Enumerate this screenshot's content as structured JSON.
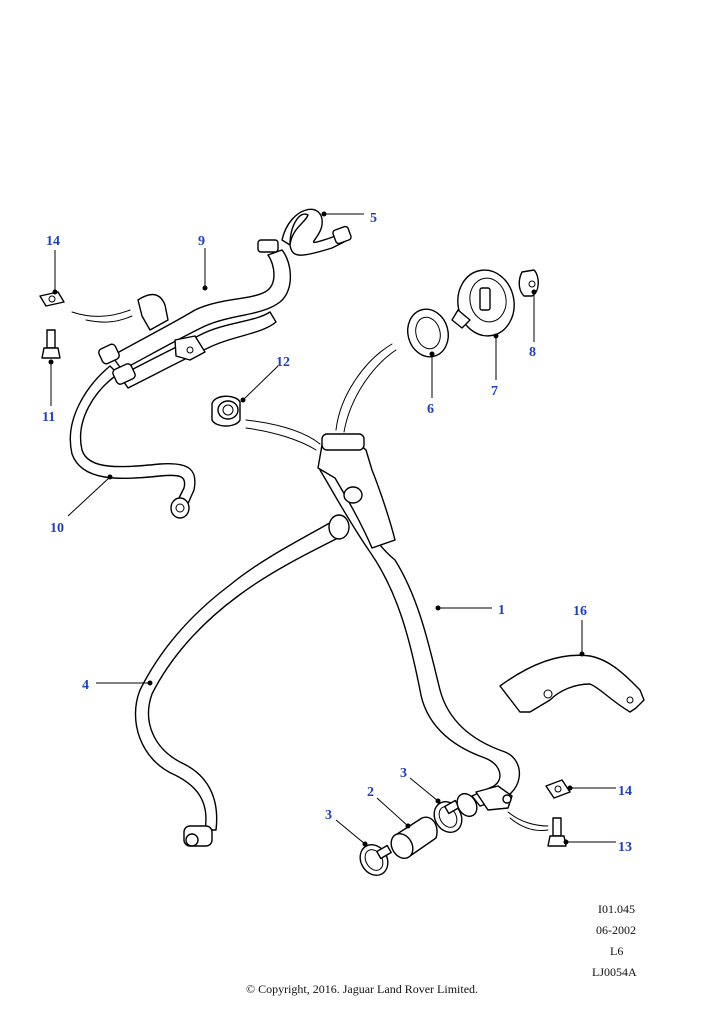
{
  "callouts": {
    "c1": "1",
    "c2": "2",
    "c3a": "3",
    "c3b": "3",
    "c4": "4",
    "c5": "5",
    "c6": "6",
    "c7": "7",
    "c8": "8",
    "c9": "9",
    "c10": "10",
    "c11": "11",
    "c12": "12",
    "c13": "13",
    "c14a": "14",
    "c14b": "14",
    "c16": "16"
  },
  "meta": {
    "ref": "I01.045",
    "date": "06-2002",
    "engine": "L6",
    "code": "LJ0054A"
  },
  "copyright": "© Copyright, 2016. Jaguar Land Rover Limited.",
  "colors": {
    "callout": "#1f3fbf",
    "line": "#000000"
  }
}
